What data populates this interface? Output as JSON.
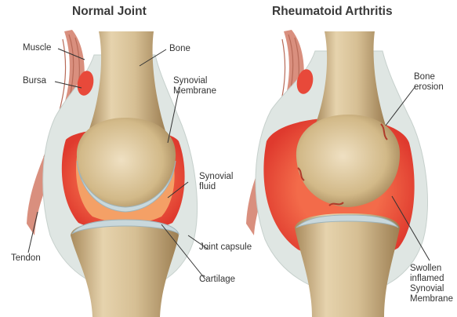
{
  "panels": {
    "normal": {
      "title": "Normal Joint"
    },
    "ra": {
      "title": "Rheumatoid Arthritis"
    }
  },
  "labels": {
    "muscle": "Muscle",
    "bursa": "Bursa",
    "tendon": "Tendon",
    "bone": "Bone",
    "synovial_membrane": [
      "Synovial",
      "Membrane"
    ],
    "synovial_fluid": [
      "Synovial",
      "fluid"
    ],
    "joint_capsule": "Joint capsule",
    "cartilage": "Cartilage",
    "bone_erosion": [
      "Bone",
      "erosion"
    ],
    "swollen_membrane": [
      "Swollen",
      "inflamed",
      "Synovial",
      "Membrane"
    ]
  },
  "colors": {
    "bone": "#d8c29a",
    "bone_shadow": "#b89c6e",
    "capsule": "#dfe6e3",
    "membrane": "#e8493a",
    "fluid": "#f08a56",
    "cartilage": "#c9d8dc",
    "muscle": "#d98f7e",
    "leader": "#333333"
  }
}
